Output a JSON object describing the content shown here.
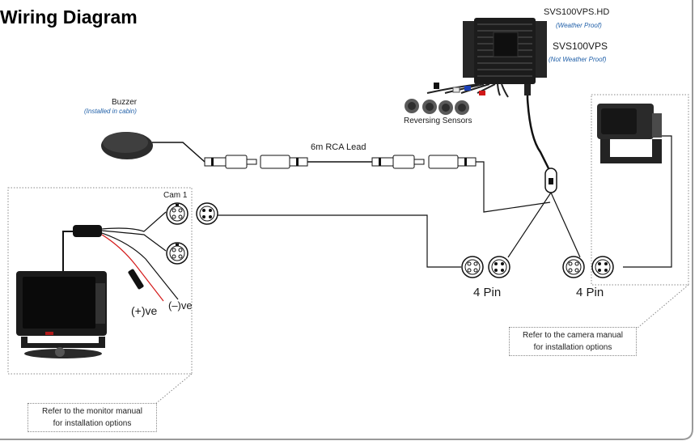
{
  "title": "Wiring Diagram",
  "unit": {
    "name_hd": "SVS100VPS.HD",
    "note_hd": "(Weather Proof)",
    "name": "SVS100VPS",
    "note": "(Not Weather Proof)"
  },
  "buzzer": {
    "label": "Buzzer",
    "note": "(Installed in cabin)"
  },
  "sensors_label": "Reversing Sensors",
  "rca_lead_label": "6m RCA Lead",
  "cam1_label": "Cam 1",
  "pin_left_label": "4 Pin",
  "pin_right_label": "4 Pin",
  "positive_label": "(+)ve",
  "negative_label": "(–)ve",
  "camera_note": {
    "line1": "Refer to the camera manual",
    "line2": "for installation options"
  },
  "monitor_note": {
    "line1": "Refer to the monitor manual",
    "line2": "for installation options"
  },
  "colors": {
    "wire": "#111111",
    "positive_wire": "#d41a1a",
    "note_text": "#1f5fa8",
    "dotted_box": "#888888"
  }
}
